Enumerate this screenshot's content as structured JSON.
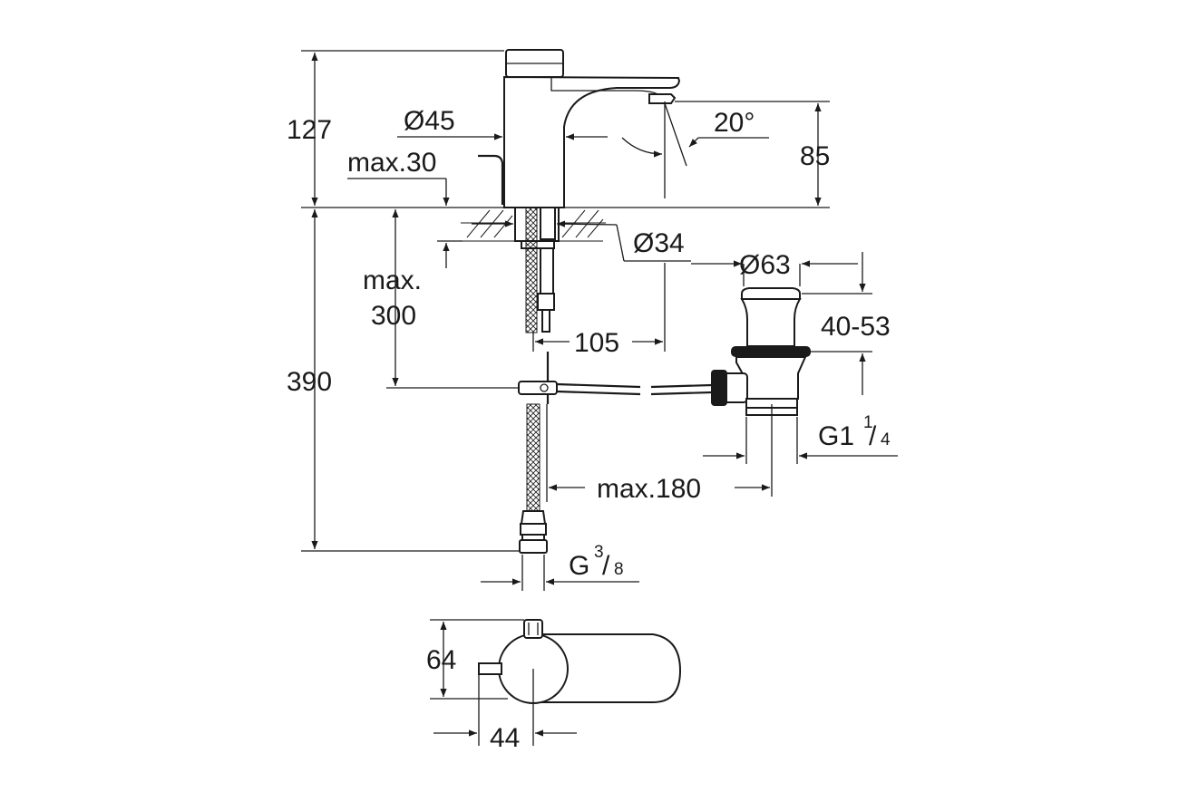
{
  "dimensions": {
    "total_height_above": "127",
    "spout_diameter": "Ø45",
    "max_deck_thickness": "max.30",
    "spout_angle": "20°",
    "outlet_height": "85",
    "hole_diameter": "Ø34",
    "max_depth": "max.",
    "max_depth_value": "300",
    "offset_105": "105",
    "total_height_390": "390",
    "waste_diameter": "Ø63",
    "waste_range": "40-53",
    "waste_thread_main": "G1",
    "waste_thread_sup": "1",
    "waste_thread_sub": "4",
    "max_180": "max.180",
    "supply_thread_main": "G",
    "supply_thread_sup": "3",
    "supply_thread_sub": "8",
    "top_view_depth": "64",
    "top_view_width": "44"
  }
}
